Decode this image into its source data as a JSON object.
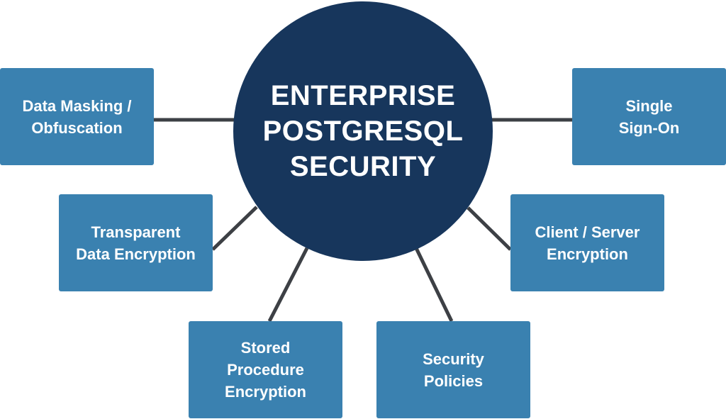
{
  "diagram": {
    "center": {
      "lines": [
        "ENTERPRISE",
        "POSTGRESQL",
        "SECURITY"
      ]
    },
    "nodes": [
      {
        "id": "data-masking",
        "lines": [
          "Data Masking /",
          "Obfuscation"
        ]
      },
      {
        "id": "transparent-data-encryption",
        "lines": [
          "Transparent",
          "Data Encryption"
        ]
      },
      {
        "id": "stored-procedure-encryption",
        "lines": [
          "Stored",
          "Procedure",
          "Encryption"
        ]
      },
      {
        "id": "security-policies",
        "lines": [
          "Security",
          "Policies"
        ]
      },
      {
        "id": "client-server-encryption",
        "lines": [
          "Client / Server",
          "Encryption"
        ]
      },
      {
        "id": "single-sign-on",
        "lines": [
          "Single",
          "Sign-On"
        ]
      }
    ],
    "colors": {
      "hub": "#17365c",
      "node": "#3a81b0",
      "connector": "#3d4045",
      "text": "#ffffff"
    }
  }
}
